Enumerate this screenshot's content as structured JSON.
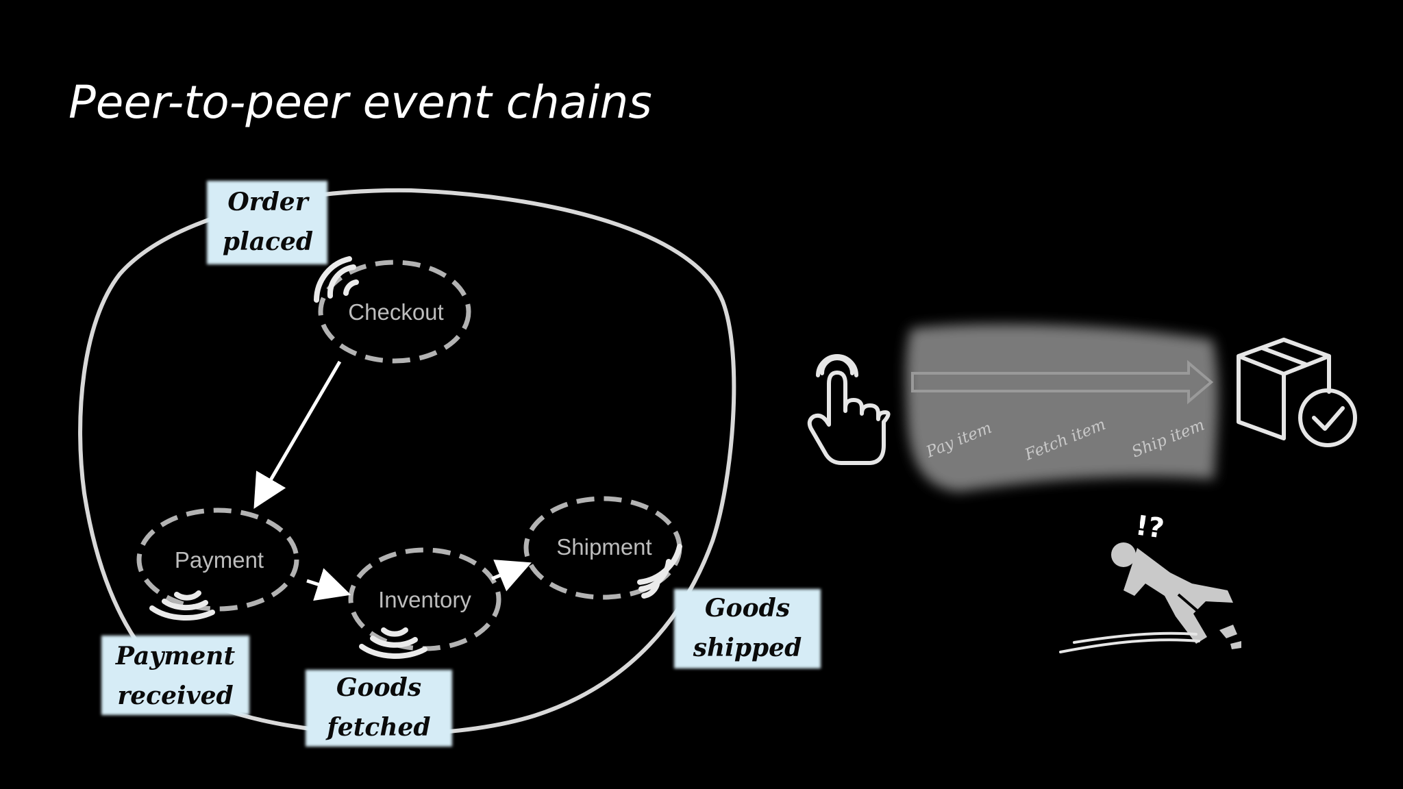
{
  "title": "Peer-to-peer event chains",
  "services": {
    "checkout": "Checkout",
    "payment": "Payment",
    "inventory": "Inventory",
    "shipment": "Shipment"
  },
  "events": {
    "order_placed": [
      "Order",
      "placed"
    ],
    "payment_received": [
      "Payment",
      "received"
    ],
    "goods_fetched": [
      "Goods",
      "fetched"
    ],
    "goods_shipped": [
      "Goods",
      "shipped"
    ]
  },
  "flow_steps": [
    "Pay item",
    "Fetch item",
    "Ship item"
  ],
  "icons": {
    "start": "pointing-hand-icon",
    "end": "package-checked-icon",
    "failure": "person-slipping-icon",
    "failure_marks": "!?"
  },
  "colors": {
    "background": "#000000",
    "sticky_note": "#d6ecf6",
    "service_outline": "#b3b3b3",
    "boundary": "#d9d9d9",
    "flow_band": "#7a7a7a"
  }
}
